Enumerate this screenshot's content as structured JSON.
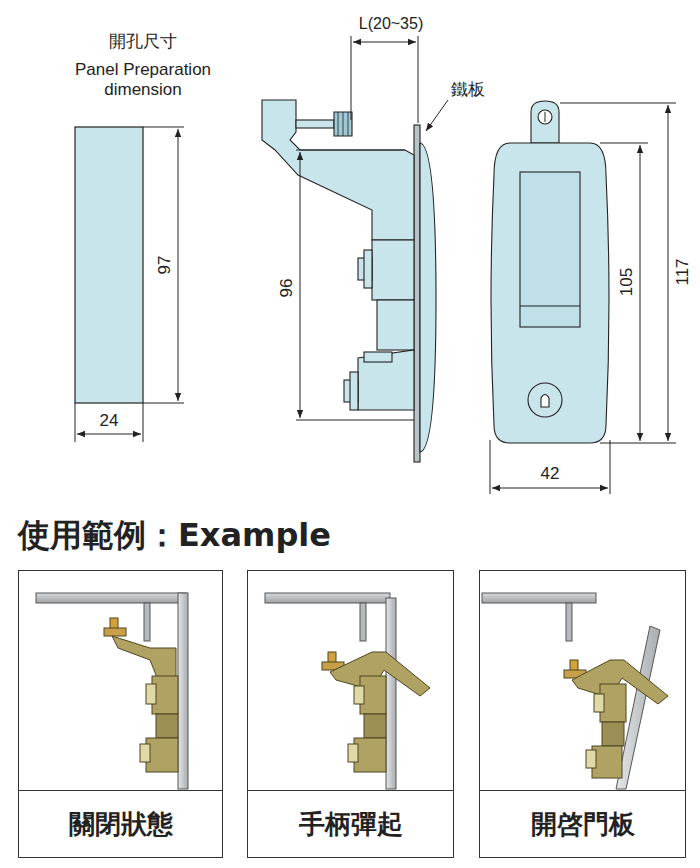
{
  "diagram": {
    "title": "使用範例：Example",
    "nodes": [
      {
        "text": [
          "關閉狀態"
        ]
      },
      {
        "text": [
          "手柄彈起"
        ]
      },
      {
        "text": [
          "開啓門板"
        ]
      }
    ],
    "labels": [
      "開孔尺寸",
      "Panel Preparation dimension",
      "97",
      "24",
      "L(20~35)",
      "鐵板",
      "96",
      "105",
      "117",
      "42"
    ]
  }
}
